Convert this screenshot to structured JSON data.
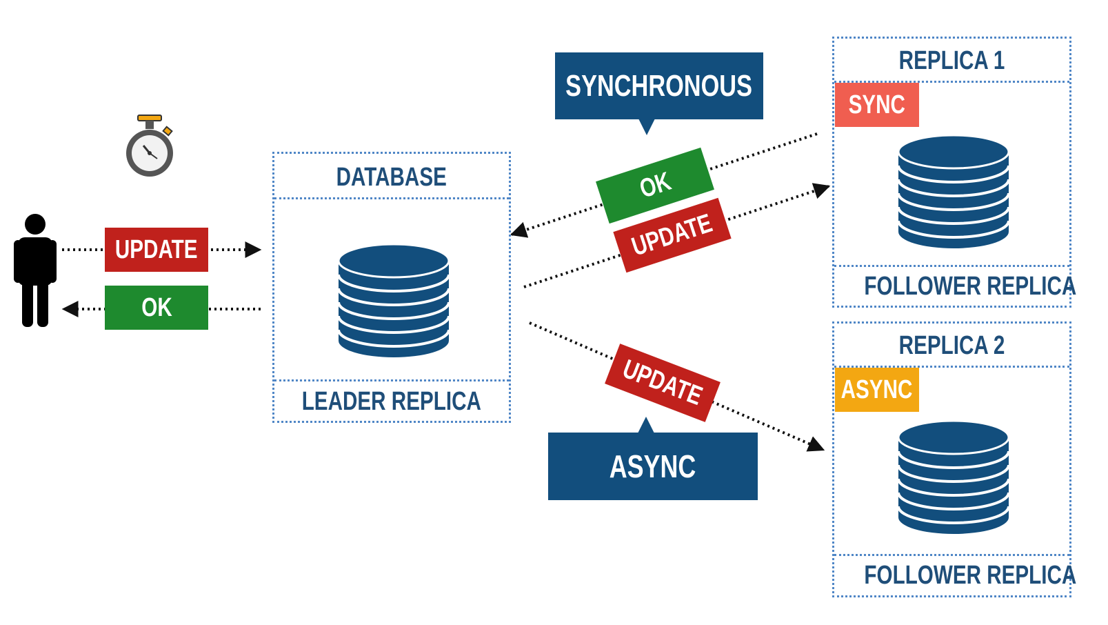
{
  "client": {
    "update_label": "UPDATE",
    "ok_label": "OK"
  },
  "leader": {
    "title": "DATABASE",
    "footer": "LEADER REPLICA"
  },
  "sync_callout": "SYNCHRONOUS",
  "async_callout": "ASYNC",
  "sync_link": {
    "ok_label": "OK",
    "update_label": "UPDATE"
  },
  "async_link": {
    "update_label": "UPDATE"
  },
  "replica1": {
    "title": "REPLICA 1",
    "mode": "SYNC",
    "footer": "FOLLOWER REPLICA"
  },
  "replica2": {
    "title": "REPLICA 2",
    "mode": "ASYNC",
    "footer": "FOLLOWER REPLICA"
  },
  "colors": {
    "update_red": "#c0211c",
    "ok_green": "#1e8a2e",
    "sync_coral": "#f05e50",
    "async_amber": "#f3a712",
    "callout_navy": "#124e7d",
    "database_blue": "#124e7d",
    "dotted_border": "#4f86c6"
  },
  "icons": {
    "person": "person-icon",
    "stopwatch": "stopwatch-icon",
    "database": "database-icon"
  }
}
